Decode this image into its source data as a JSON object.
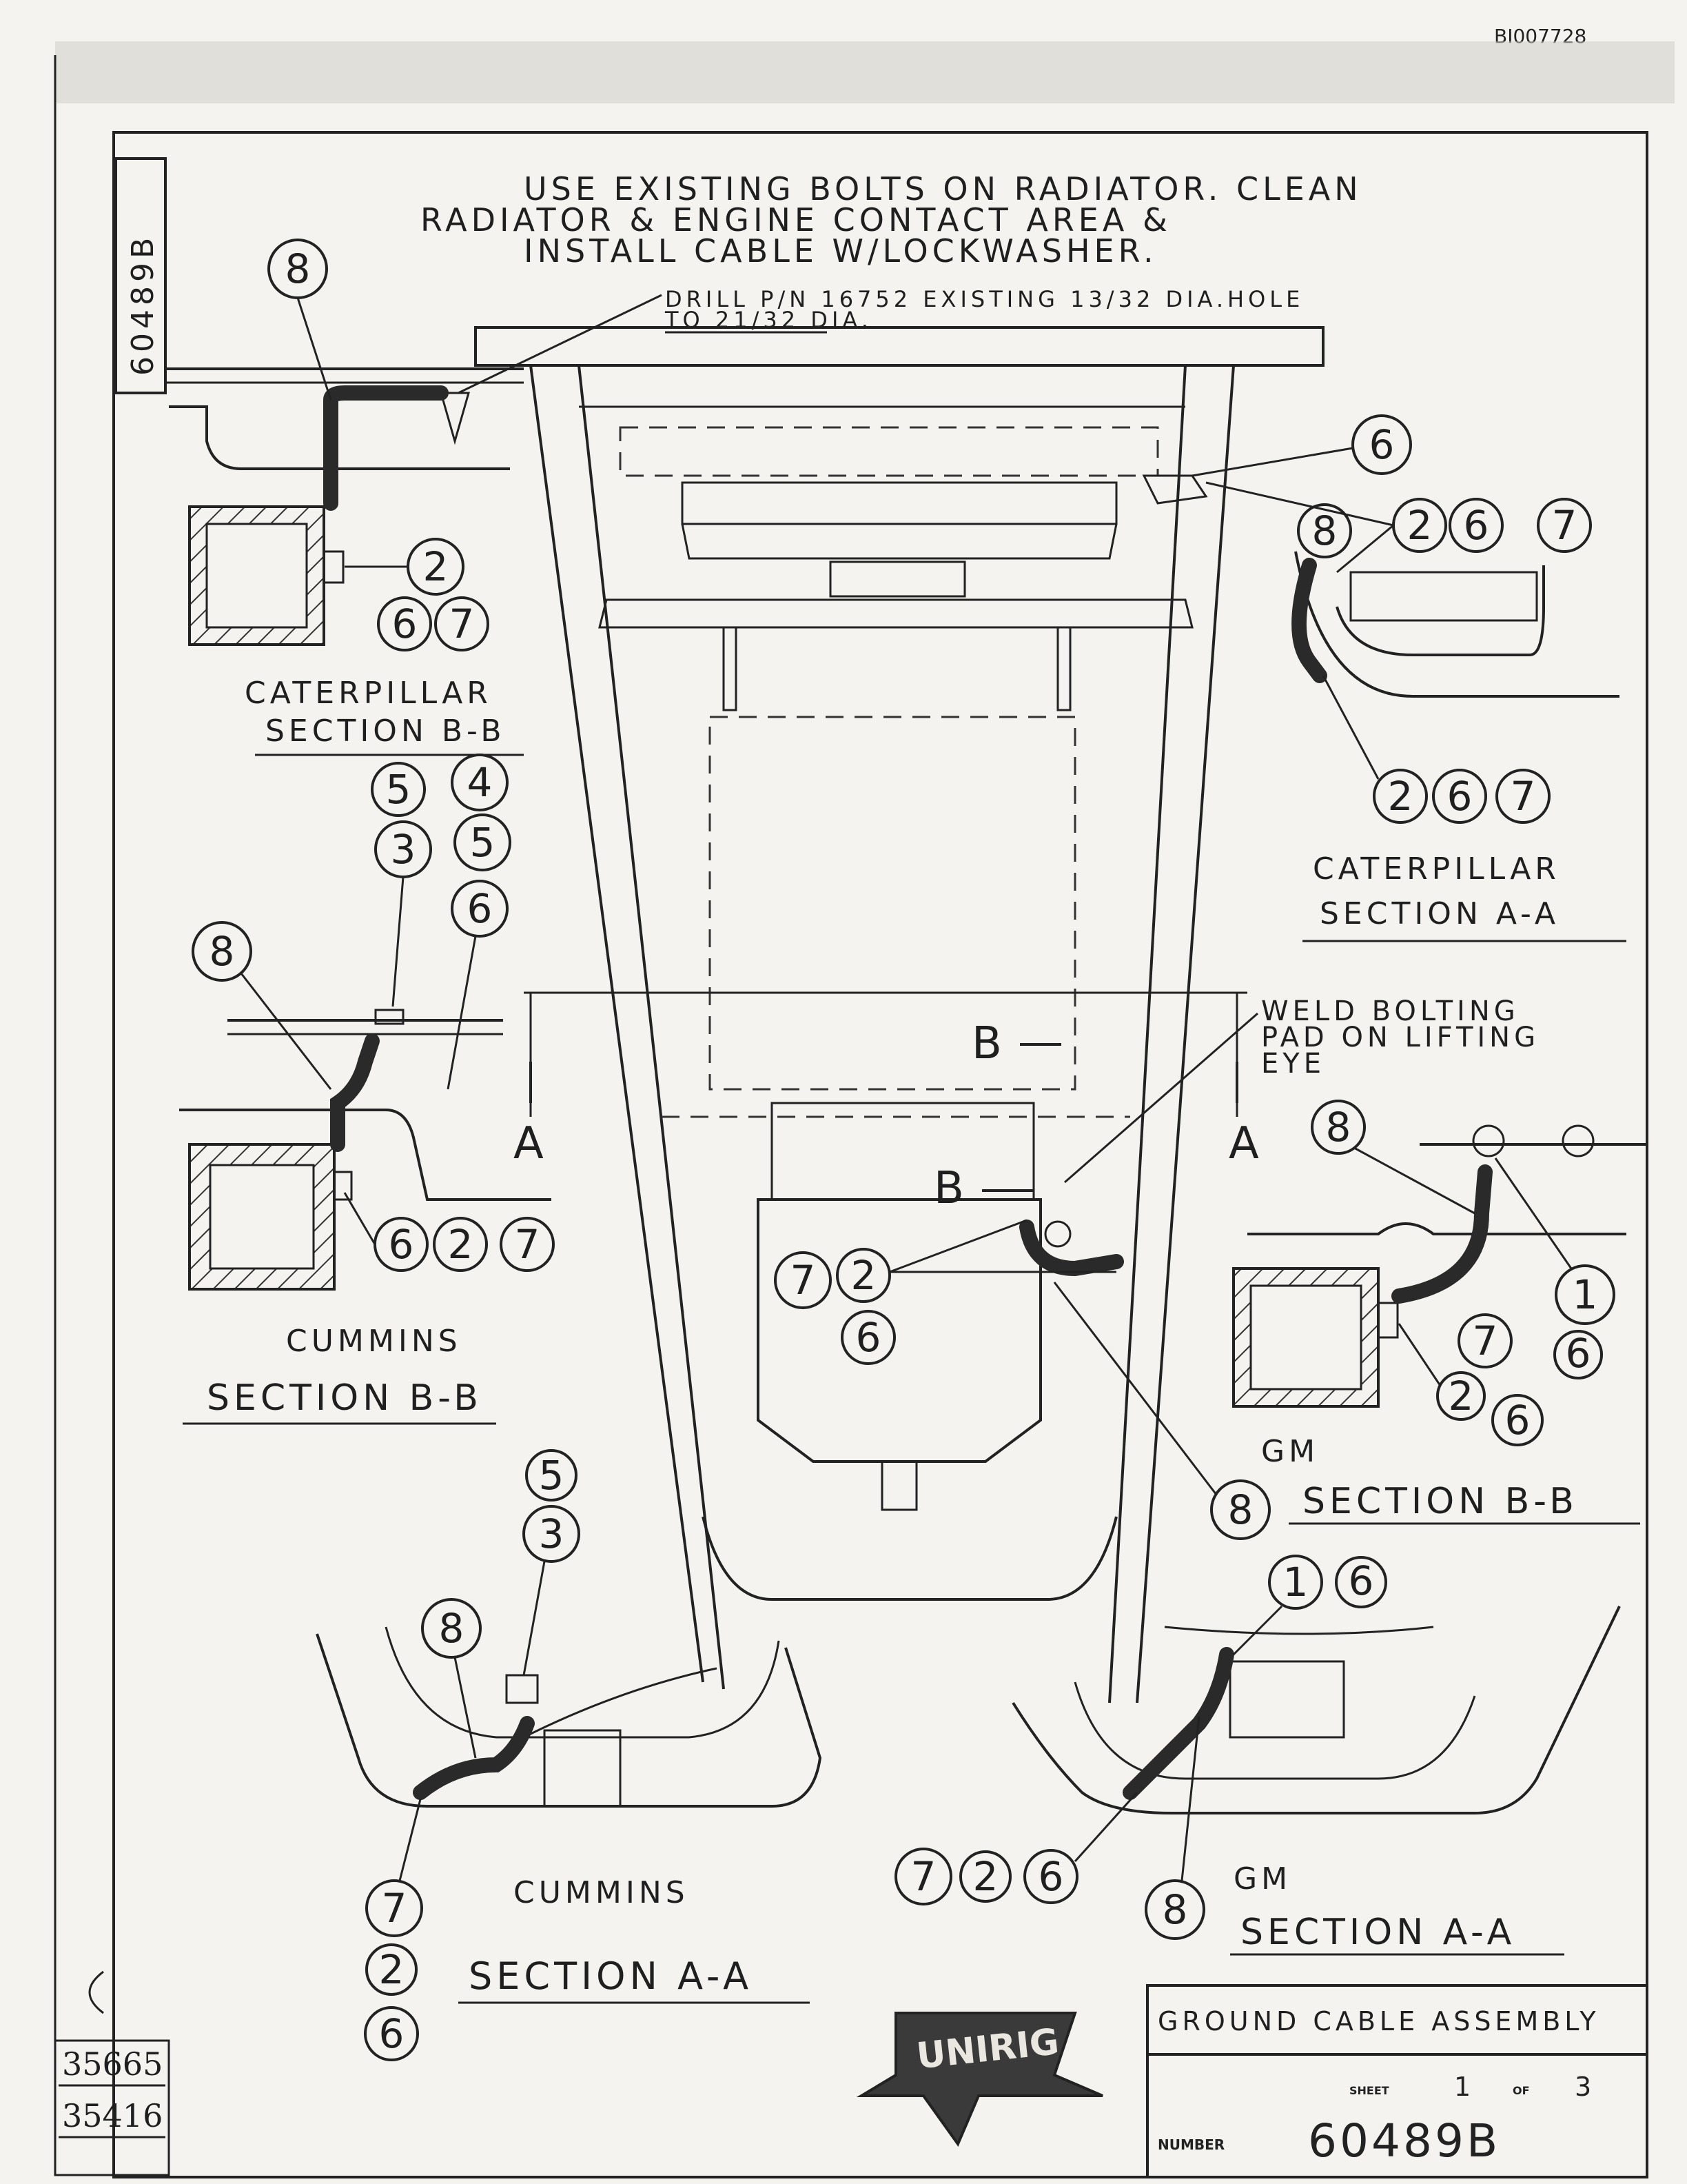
{
  "doc_ref": "BI007728",
  "side_number": "60489B",
  "notes": {
    "line1": "USE EXISTING BOLTS ON RADIATOR. CLEAN",
    "line2": "RADIATOR & ENGINE CONTACT AREA &",
    "line3": "INSTALL CABLE W/LOCKWASHER.",
    "drill_line1": "DRILL P/N 16752 EXISTING 13/32 DIA.HOLE",
    "drill_line2": "TO 21/32 DIA.",
    "weld_line1": "WELD BOLTING",
    "weld_line2": "PAD ON LIFTING",
    "weld_line3": "EYE"
  },
  "sections": {
    "cat_bb_name": "CATERPILLAR",
    "cat_bb_title": "SECTION B-B",
    "cat_aa_name": "CATERPILLAR",
    "cat_aa_title": "SECTION A-A",
    "cum_bb_name": "CUMMINS",
    "cum_bb_title": "SECTION B-B",
    "cum_aa_name": "CUMMINS",
    "cum_aa_title": "SECTION A-A",
    "gm_bb_name": "GM",
    "gm_bb_title": "SECTION B-B",
    "gm_aa_name": "GM",
    "gm_aa_title": "SECTION A-A"
  },
  "cut_labels": {
    "a": "A",
    "b": "B"
  },
  "balloons": [
    "1",
    "2",
    "3",
    "4",
    "5",
    "6",
    "7",
    "8"
  ],
  "left_margin": {
    "num1": "35665",
    "num2": "35416"
  },
  "title_block": {
    "title": "GROUND CABLE ASSEMBLY",
    "sheet_label": "SHEET",
    "sheet_no": "1",
    "of_label": "OF",
    "sheet_total": "3",
    "number_label": "NUMBER",
    "number": "60489B",
    "logo_text": "UNIRIG"
  }
}
